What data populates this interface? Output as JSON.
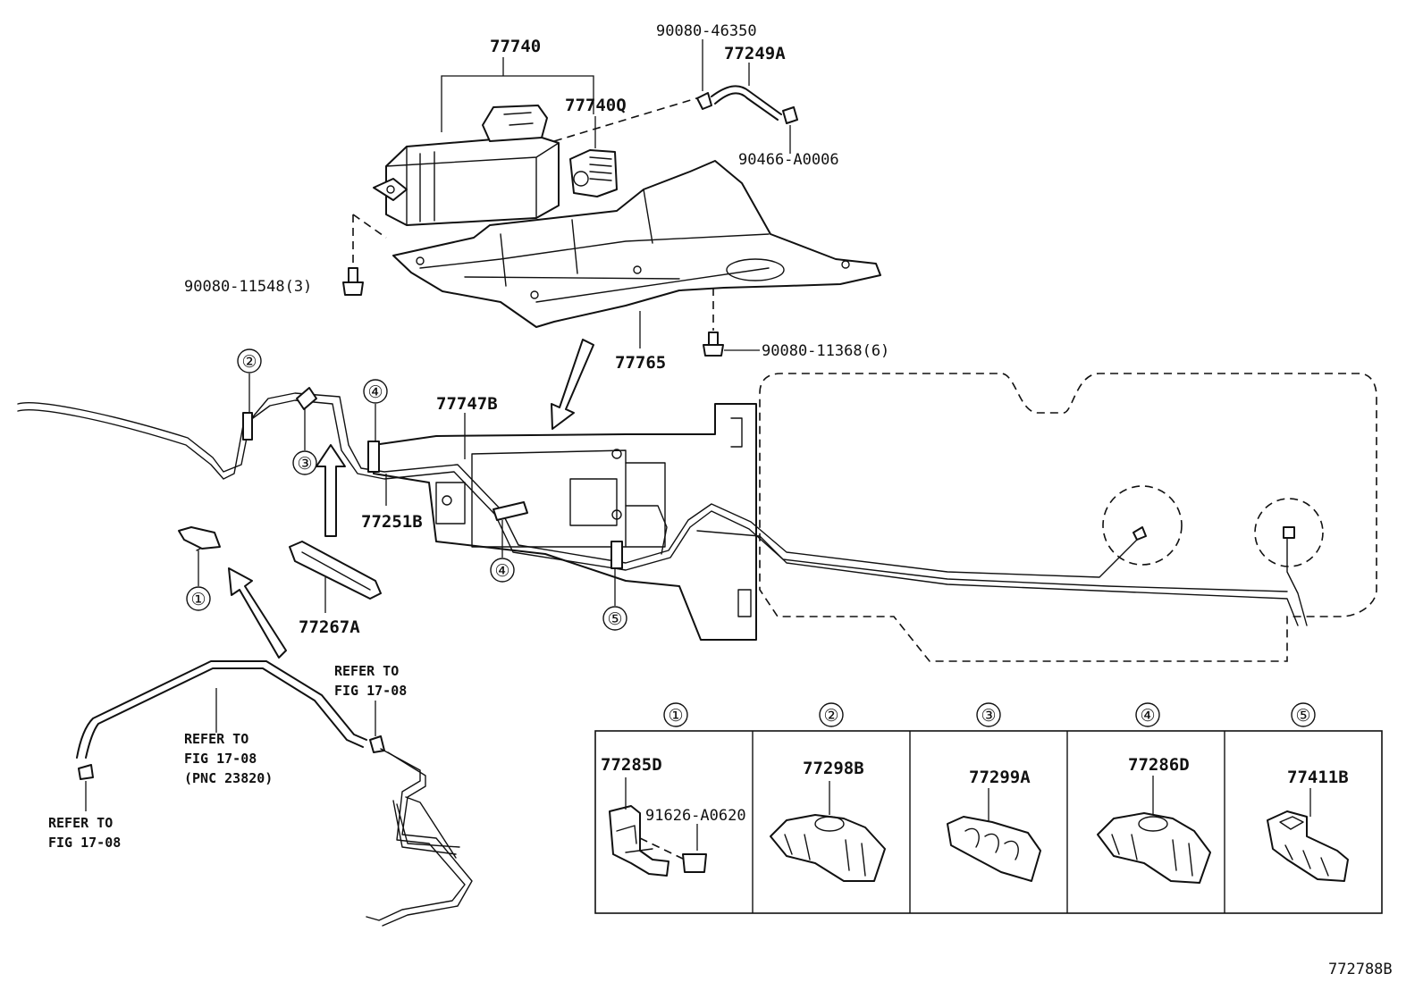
{
  "figure_id": "772788B",
  "parts": {
    "canister_assy": "77740",
    "valve": "77740Q",
    "hose_clip": "90080-46350",
    "hose": "77249A",
    "clamp": "90466-A0006",
    "bolt_canister": "90080-11548(3)",
    "bolt_protector": "90080-11368(6)",
    "protector": "77765",
    "tube": "77747B",
    "clamp_tube": "77251B",
    "cushion": "77267A"
  },
  "notes": {
    "refer_a_line1": "REFER TO",
    "refer_a_line2": "FIG 17-08",
    "refer_b_line1": "REFER TO",
    "refer_b_line2": "FIG 17-08",
    "refer_b_line3": "(PNC 23820)",
    "refer_c_line1": "REFER TO",
    "refer_c_line2": "FIG 17-08"
  },
  "callouts": [
    "①",
    "②",
    "③",
    "④",
    "⑤"
  ],
  "legend": [
    {
      "number": "①",
      "part": "77285D",
      "sub_part": "91626-A0620"
    },
    {
      "number": "②",
      "part": "77298B"
    },
    {
      "number": "③",
      "part": "77299A"
    },
    {
      "number": "④",
      "part": "77286D"
    },
    {
      "number": "⑤",
      "part": "77411B"
    }
  ]
}
